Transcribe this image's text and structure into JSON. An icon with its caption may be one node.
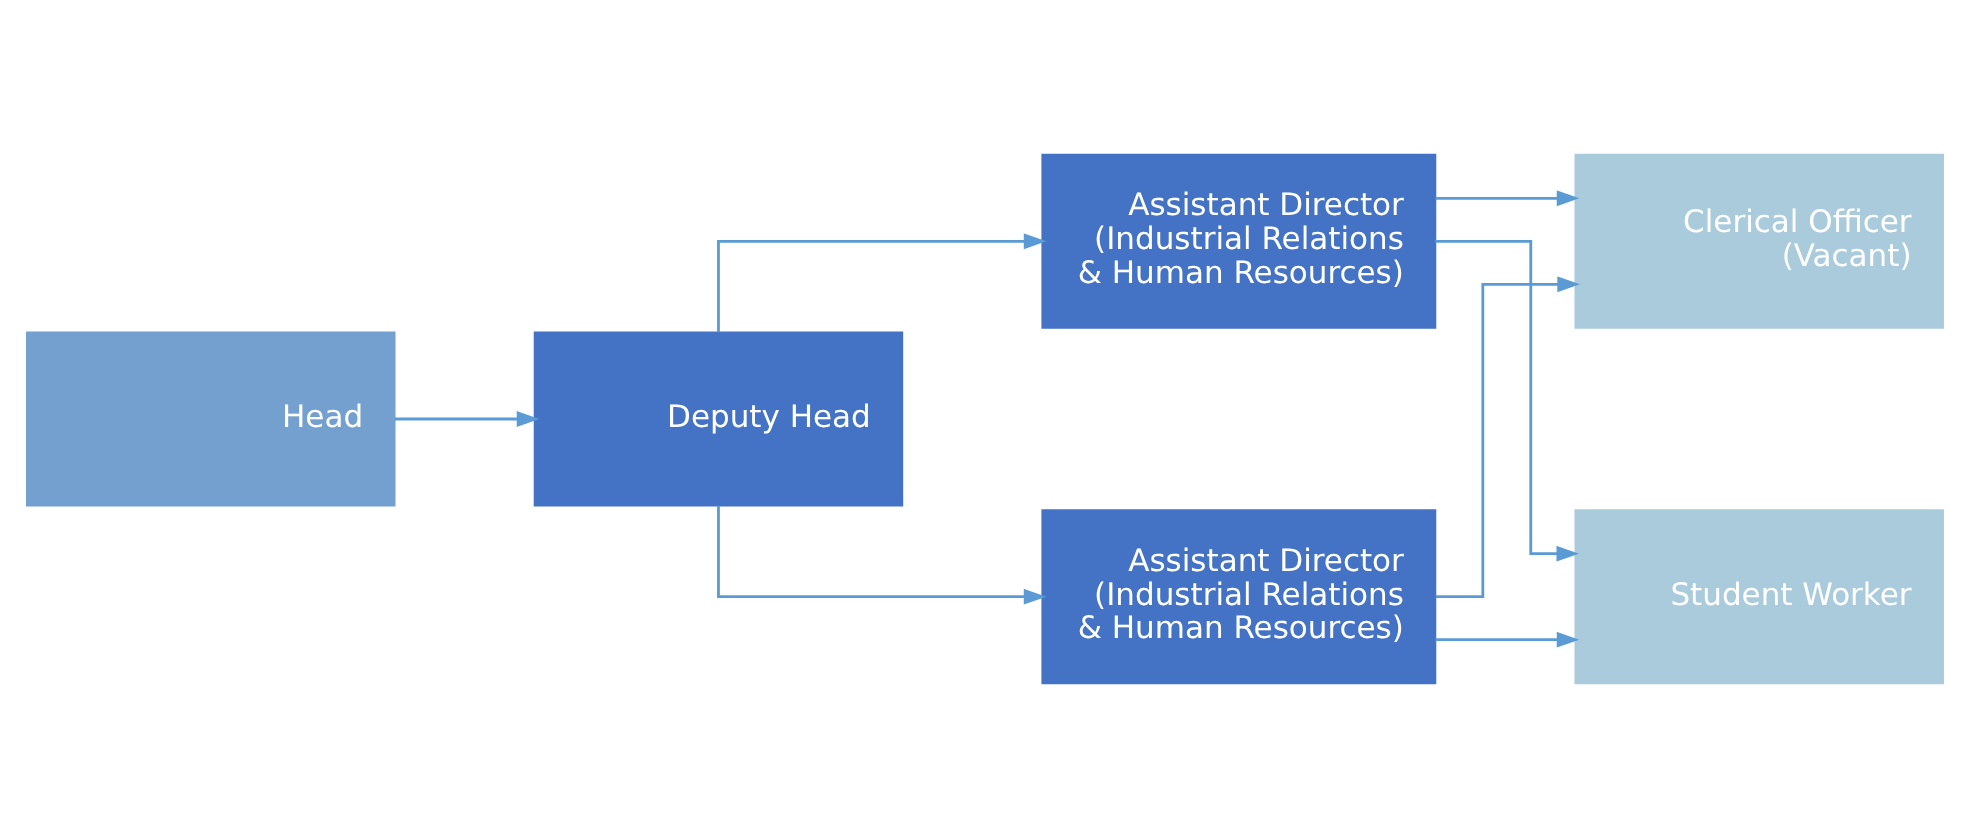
{
  "diagram": {
    "nodes": [
      {
        "text": [
          "Head"
        ]
      },
      {
        "text": [
          "Deputy Head"
        ]
      },
      {
        "text": [
          "Assistant Director (Industrial Relations & Human Resources)"
        ]
      },
      {
        "text": [
          "Assistant Director (Industrial Relations & Human Resources)"
        ]
      },
      {
        "text": [
          "Clerical Officer (Vacant)"
        ]
      },
      {
        "text": [
          "Student Worker"
        ]
      }
    ],
    "edges": [
      {
        "from": 0,
        "to": 1,
        "arrow": "to"
      },
      {
        "from": 1,
        "to": 2,
        "arrow": "to"
      },
      {
        "from": 1,
        "to": 3,
        "arrow": "to"
      },
      {
        "from": 2,
        "to": 4,
        "arrow": "to"
      },
      {
        "from": 2,
        "to": 5,
        "arrow": "to"
      },
      {
        "from": 3,
        "to": 4,
        "arrow": "to"
      },
      {
        "from": 3,
        "to": 5,
        "arrow": "to"
      }
    ]
  }
}
